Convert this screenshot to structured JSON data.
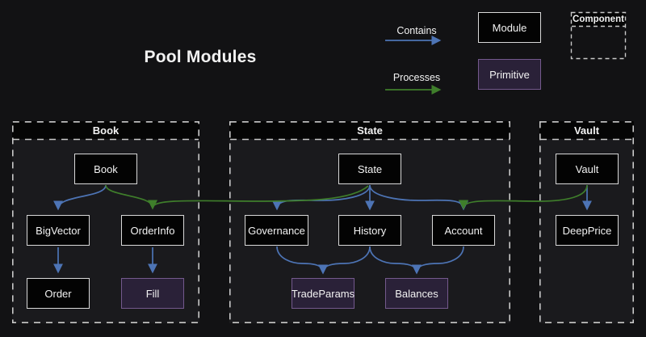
{
  "title": "Pool Modules",
  "colors": {
    "background": "#121214",
    "container_bg": "#1a1a1d",
    "header_bg": "#050505",
    "box_bg": "#030303",
    "box_border": "#d9d9d9",
    "primitive_bg": "#2a2138",
    "primitive_border": "#74598d",
    "contains": "#4d74b5",
    "processes": "#3f7e2b",
    "text": "#f2f2f2",
    "dashed": "#c9c9c9"
  },
  "legend": {
    "contains_label": "Contains",
    "processes_label": "Processes",
    "module_label": "Module",
    "primitive_label": "Primitive",
    "component_label": "Component"
  },
  "containers": {
    "book": {
      "title": "Book"
    },
    "state": {
      "title": "State"
    },
    "vault": {
      "title": "Vault"
    }
  },
  "nodes": {
    "book": {
      "label": "Book",
      "type": "module"
    },
    "bigvector": {
      "label": "BigVector",
      "type": "module"
    },
    "orderinfo": {
      "label": "OrderInfo",
      "type": "module"
    },
    "order": {
      "label": "Order",
      "type": "module"
    },
    "fill": {
      "label": "Fill",
      "type": "primitive"
    },
    "state": {
      "label": "State",
      "type": "module"
    },
    "governance": {
      "label": "Governance",
      "type": "module"
    },
    "history": {
      "label": "History",
      "type": "module"
    },
    "account": {
      "label": "Account",
      "type": "module"
    },
    "tradeparams": {
      "label": "TradeParams",
      "type": "primitive"
    },
    "balances": {
      "label": "Balances",
      "type": "primitive"
    },
    "vault": {
      "label": "Vault",
      "type": "module"
    },
    "deepprice": {
      "label": "DeepPrice",
      "type": "module"
    }
  },
  "edges": [
    {
      "from": "Book",
      "to": "BigVector",
      "type": "contains"
    },
    {
      "from": "BigVector",
      "to": "Order",
      "type": "contains"
    },
    {
      "from": "OrderInfo",
      "to": "Fill",
      "type": "contains"
    },
    {
      "from": "State",
      "to": "Governance",
      "type": "contains"
    },
    {
      "from": "State",
      "to": "History",
      "type": "contains"
    },
    {
      "from": "State",
      "to": "Account",
      "type": "contains"
    },
    {
      "from": "Governance",
      "to": "TradeParams",
      "type": "contains"
    },
    {
      "from": "History",
      "to": "TradeParams",
      "type": "contains"
    },
    {
      "from": "History",
      "to": "Balances",
      "type": "contains"
    },
    {
      "from": "Account",
      "to": "Balances",
      "type": "contains"
    },
    {
      "from": "Vault",
      "to": "DeepPrice",
      "type": "contains"
    },
    {
      "from": "Book",
      "to": "OrderInfo",
      "type": "processes"
    },
    {
      "from": "State",
      "to": "OrderInfo",
      "type": "processes"
    },
    {
      "from": "Vault",
      "to": "Account",
      "type": "processes"
    }
  ]
}
